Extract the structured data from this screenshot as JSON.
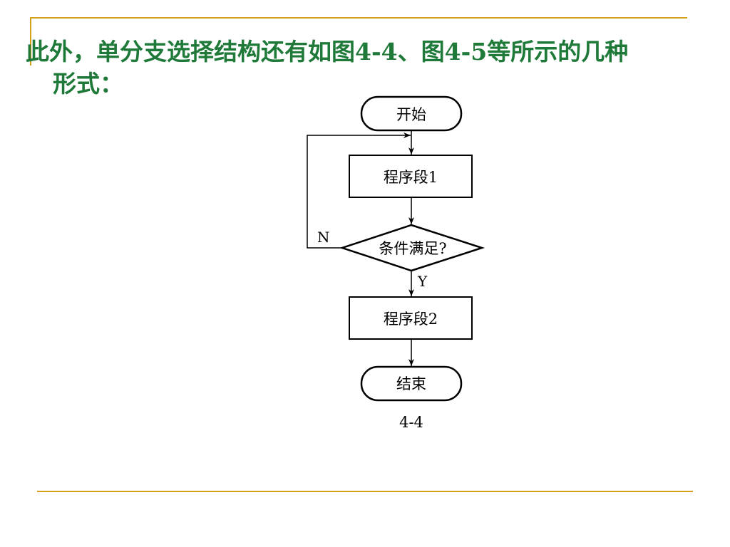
{
  "slide": {
    "text_line1": "此外，单分支选择结构还有如图4-4、图4-5等所示的几种",
    "text_line2": "形式："
  },
  "colors": {
    "rule": "#d4a017",
    "text": "#1f7a3a",
    "diagram": "#000000"
  },
  "flowchart": {
    "start_label": "开始",
    "step1_label": "程序段1",
    "decision_label": "条件满足?",
    "no_label": "N",
    "yes_label": "Y",
    "step2_label": "程序段2",
    "end_label": "结束",
    "caption": "4-4"
  }
}
